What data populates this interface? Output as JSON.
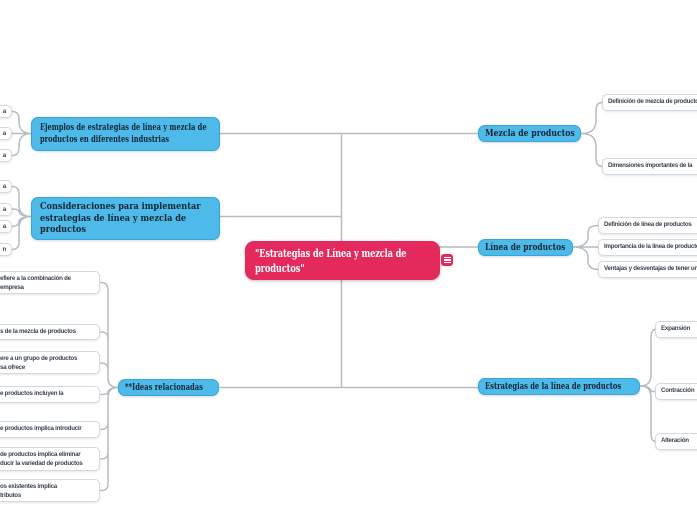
{
  "colors": {
    "background": "#ffffff",
    "root_pink": "#e42a5d",
    "branch_blue": "#4dbaea",
    "branch_blue_border": "#36a6da",
    "connector_gray": "#b5bcc2",
    "child_node_border": "#d6d9dc",
    "node_text_dark": "#132531",
    "root_text": "#ffffff"
  },
  "root": {
    "label": "\"Estrategias de Línea y mezcla de productos\""
  },
  "controls": {
    "menu_icon": "hamburger-menu"
  },
  "branches": {
    "mezcla": {
      "label": "Mezcla de productos",
      "children": [
        "Definición de mezcla de productos",
        "Dimensiones importantes de la"
      ]
    },
    "linea": {
      "label": "Línea de productos",
      "children": [
        "Definición de línea de productos",
        "Importancia de la línea de productos",
        "Ventajas y desventajas de tener un"
      ]
    },
    "estrategias": {
      "label": "Estrategias de la línea de productos",
      "children": [
        "Expansión",
        "Contracción",
        "Alteración"
      ]
    },
    "ejemplos": {
      "label": "Ejemplos de estrategias de línea y mezcla de productos en diferentes industrias",
      "children_fragments": [
        "a",
        "a",
        "a"
      ]
    },
    "consideraciones": {
      "label": "Consideraciones para implementar estrategias de línea y mezcla de productos",
      "children_fragments": [
        "a",
        "a",
        "a",
        "n"
      ]
    },
    "ideas": {
      "label": "**Ideas relacionadas",
      "children": [
        {
          "lines": [
            "efiere a la combinación de",
            "empresa"
          ]
        },
        {
          "lines": [
            "s de la mezcla de productos"
          ]
        },
        {
          "lines": [
            "ere a un grupo de productos",
            "sa ofrece"
          ]
        },
        {
          "lines": [
            "e productos incluyen la"
          ]
        },
        {
          "lines": [
            "e productos implica introducir"
          ]
        },
        {
          "lines": [
            "de productos implica eliminar",
            "ducir la variedad de productos"
          ]
        },
        {
          "lines": [
            "os existentes implica",
            "tributos"
          ]
        }
      ]
    }
  }
}
